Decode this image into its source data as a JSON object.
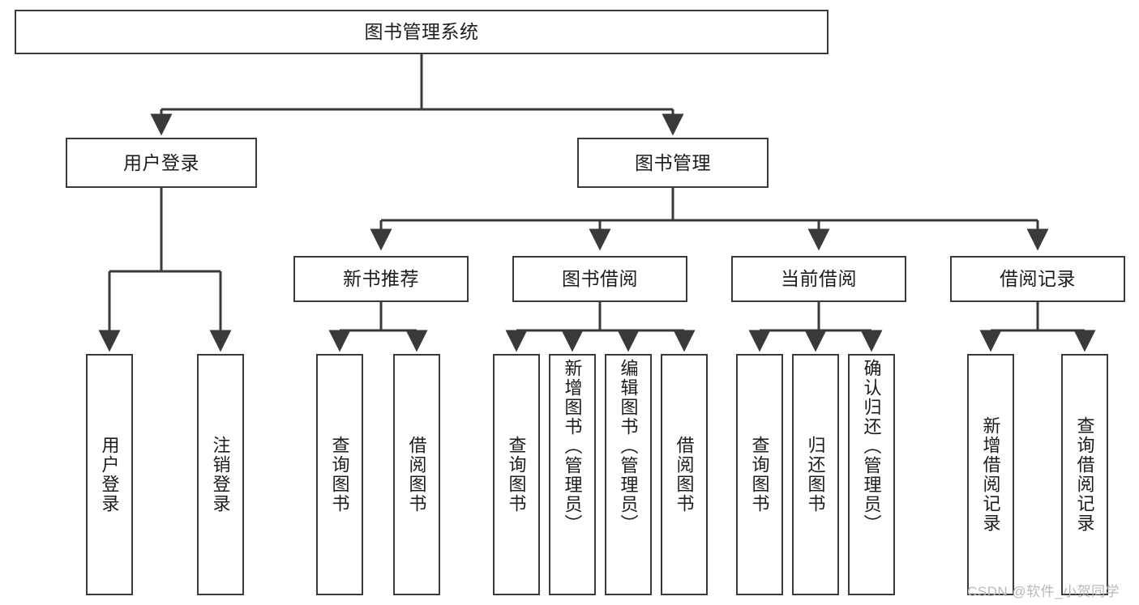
{
  "diagram": {
    "title": "图书管理系统",
    "type": "tree-hierarchy-diagram",
    "colors": {
      "box_border": "#3a3a3a",
      "box_fill": "#ffffff",
      "connector": "#3a3a3a",
      "background": "#ffffff",
      "watermark": "#b9b9b9"
    },
    "nodes": {
      "root": {
        "label": "图书管理系统"
      },
      "level2": [
        {
          "id": "user-login",
          "label": "用户登录"
        },
        {
          "id": "book-management",
          "label": "图书管理"
        }
      ],
      "level3": [
        {
          "id": "new-book-recommend",
          "label": "新书推荐"
        },
        {
          "id": "book-borrow",
          "label": "图书借阅"
        },
        {
          "id": "current-borrow",
          "label": "当前借阅"
        },
        {
          "id": "borrow-record",
          "label": "借阅记录"
        }
      ],
      "leaves": {
        "user-login": [
          {
            "id": "leaf-user-login",
            "label": "用户登录"
          },
          {
            "id": "leaf-logout",
            "label": "注销登录"
          }
        ],
        "new-book-recommend": [
          {
            "id": "leaf-query-book-1",
            "label": "查询图书"
          },
          {
            "id": "leaf-borrow-book-1",
            "label": "借阅图书"
          }
        ],
        "book-borrow": [
          {
            "id": "leaf-query-book-2",
            "label": "查询图书"
          },
          {
            "id": "leaf-add-book",
            "label": "新增图书（管理员）"
          },
          {
            "id": "leaf-edit-book",
            "label": "编辑图书（管理员）"
          },
          {
            "id": "leaf-borrow-book-2",
            "label": "借阅图书"
          }
        ],
        "current-borrow": [
          {
            "id": "leaf-query-book-3",
            "label": "查询图书"
          },
          {
            "id": "leaf-return-book",
            "label": "归还图书"
          },
          {
            "id": "leaf-confirm-return",
            "label": "确认归还（管理员）"
          }
        ],
        "borrow-record": [
          {
            "id": "leaf-add-record",
            "label": "新增借阅记录"
          },
          {
            "id": "leaf-query-record",
            "label": "查询借阅记录"
          }
        ]
      }
    },
    "watermark": "CSDN @软件_小贺同学"
  }
}
